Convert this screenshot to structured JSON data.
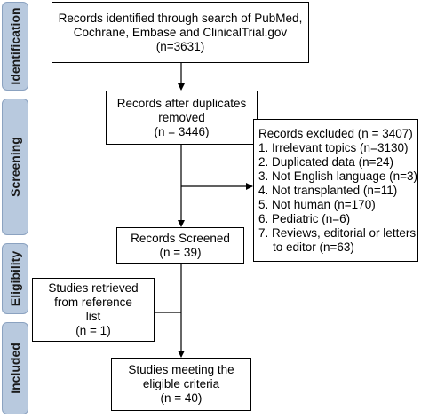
{
  "stages": {
    "identification": "Identification",
    "screening": "Screening",
    "eligibility": "Eligibility",
    "included": "Included"
  },
  "boxes": {
    "identified": {
      "line1": "Records identified through search of PubMed,",
      "line2": "Cochrane, Embase and ClinicalTrial.gov",
      "line3": "(n=3631)"
    },
    "after_duplicates": {
      "line1": "Records after duplicates",
      "line2": "removed",
      "line3": "(n = 3446)"
    },
    "excluded": {
      "title": "Records excluded (n = 3407)",
      "items": [
        "1. Irrelevant topics (n=3130)",
        "2. Duplicated data (n=24)",
        "3. Not English language (n=3)",
        "4. Not transplanted (n=11)",
        "5. Not human (n=170)",
        "6. Pediatric (n=6)",
        "7. Reviews, editorial or letters",
        "to editor (n=63)"
      ]
    },
    "screened": {
      "line1": "Records Screened",
      "line2": "(n = 39)"
    },
    "reference": {
      "line1": "Studies retrieved",
      "line2": "from reference",
      "line3": "list",
      "line4": "(n = 1)"
    },
    "included": {
      "line1": "Studies meeting the",
      "line2": "eligible criteria",
      "line3": "(n = 40)"
    }
  },
  "colors": {
    "stage_fill": "#b8c9de",
    "stage_border": "#8ba2c0",
    "line": "#000000"
  }
}
